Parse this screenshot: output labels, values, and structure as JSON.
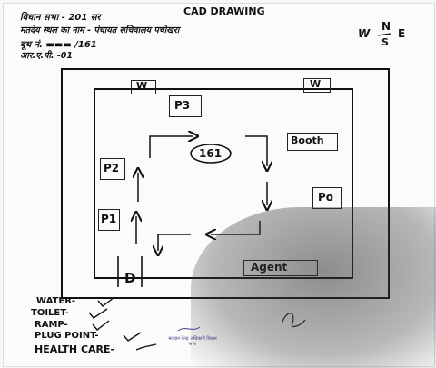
{
  "header": {
    "line1": "विधान सभा - 201 सर",
    "title": "CAD DRAWING",
    "line2": "मतदेय स्थल का नाम - पंचायत सचिवालय पचोखरा",
    "line3": "बूथ नं. ▬▬▬ /161",
    "line4": "आर.ए.पी. -01",
    "compass": "W",
    "compass_top": "N",
    "compass_bottom": "S",
    "compass_right": "E"
  },
  "plan": {
    "booth_number": "161",
    "room_labels": {
      "w_left": "W",
      "w_right": "W",
      "p3": "P3",
      "p2": "P2",
      "p1": "P1",
      "booth": "Booth",
      "po": "Po",
      "agent": "Agent",
      "door": "D"
    }
  },
  "facilities": {
    "water": "WATER-",
    "toilet": "TOILET-",
    "ramp": "RAMP-",
    "plug_point": "PLUG POINT-",
    "health_care": "HEALTH CARE-"
  },
  "stamp_text": "मतदान केन्द्र अधिकारी विधान सभा"
}
